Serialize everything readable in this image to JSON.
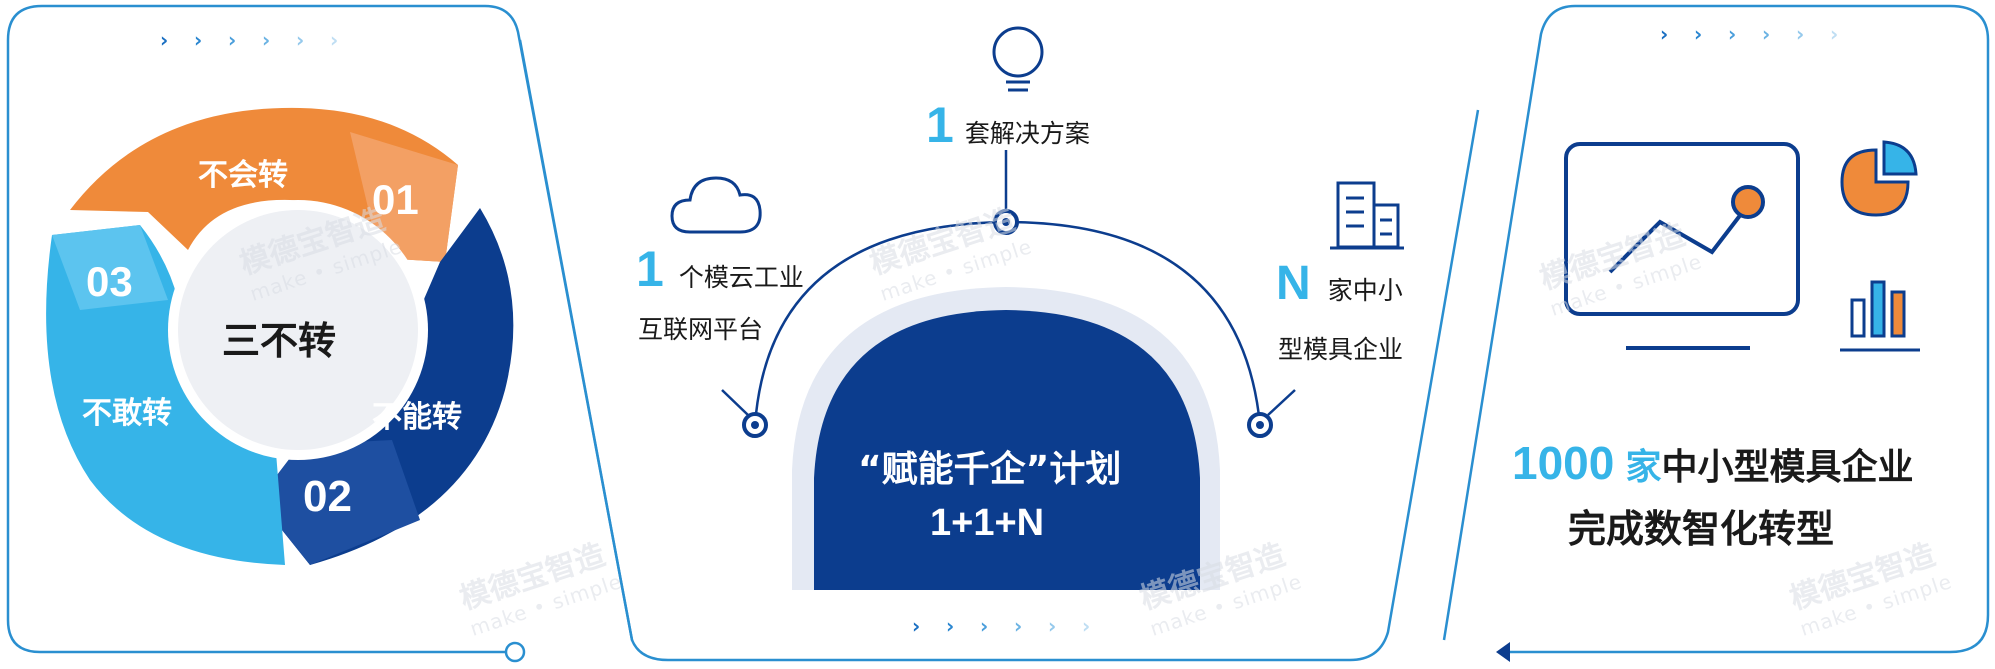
{
  "left_panel": {
    "center_label": "三不转",
    "segments": [
      {
        "label": "不会转",
        "number": "01"
      },
      {
        "label": "不能转",
        "number": "02"
      },
      {
        "label": "不敢转",
        "number": "03"
      }
    ]
  },
  "middle_panel": {
    "top": {
      "number": "1",
      "text": "套解决方案"
    },
    "left": {
      "number": "1",
      "line1": "个模云工业",
      "line2": "互联网平台"
    },
    "right": {
      "number": "N",
      "line1": "家中小",
      "line2": "型模具企业"
    },
    "plan_title": "“赋能千企”计划",
    "plan_formula": "1+1+N"
  },
  "right_panel": {
    "count": "1000",
    "unit": "家",
    "line1_rest": "中小型模具企业",
    "line2": "完成数智化转型"
  },
  "watermark": {
    "brand": "模德宝智造",
    "tagline": "make • simple"
  },
  "colors": {
    "orange": "#ef8a3a",
    "dark_blue": "#0c3d8e",
    "light_blue": "#36b4e8",
    "frame_blue": "#2a8fd0",
    "center_gray": "#eef0f4"
  },
  "icons": [
    "chevron-right-icon",
    "lightbulb-icon",
    "cloud-icon",
    "building-icon",
    "monitor-chart-icon",
    "pie-chart-icon",
    "bar-chart-icon",
    "arrow-left-icon"
  ]
}
